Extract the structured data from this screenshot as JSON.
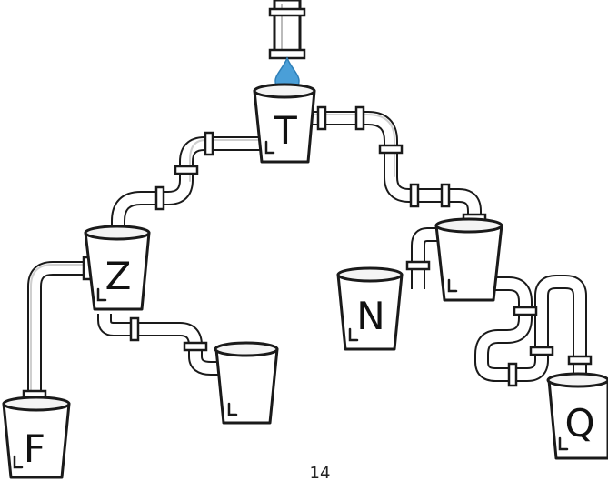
{
  "puzzle": {
    "page_number": "14",
    "colors": {
      "water": "#4a9fd8",
      "outline": "#1a1a1a",
      "background": "#ffffff"
    },
    "cups": {
      "top": {
        "label": "T"
      },
      "left_upper": {
        "label": "Z"
      },
      "left_bottom": {
        "label": "F"
      },
      "middle_bottom": {
        "label": ""
      },
      "right_upper": {
        "label": ""
      },
      "right_middle": {
        "label": "N"
      },
      "right_bottom": {
        "label": "Q"
      }
    },
    "icons": {
      "faucet": "faucet-icon",
      "droplet": "water-drop-icon"
    }
  }
}
